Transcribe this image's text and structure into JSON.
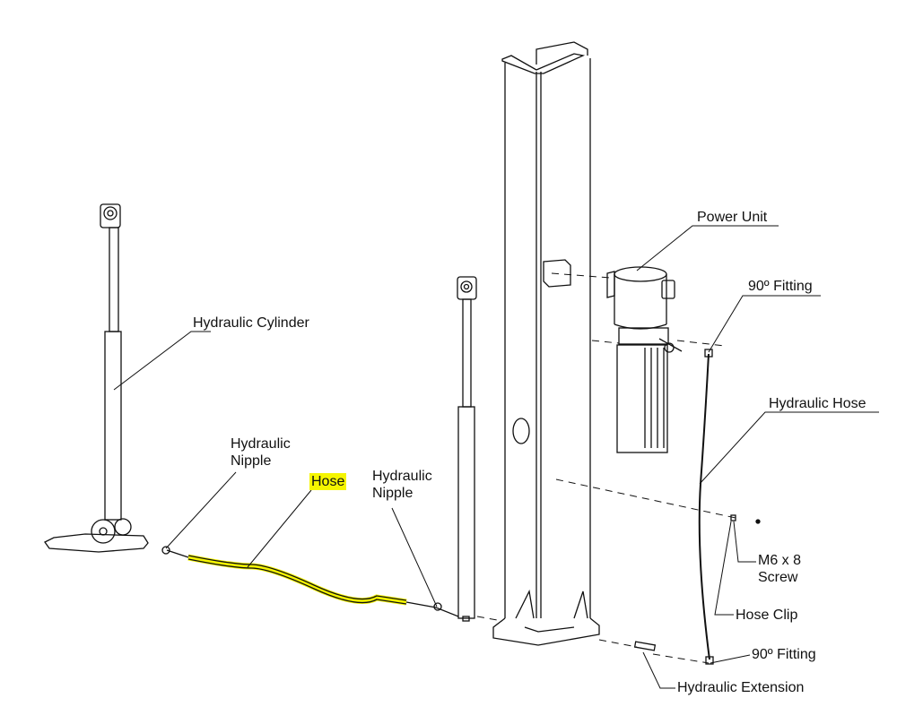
{
  "diagram": {
    "labels": {
      "power_unit": "Power Unit",
      "fitting_top": "90º Fitting",
      "hydraulic_hose": "Hydraulic Hose",
      "hydraulic_cylinder": "Hydraulic Cylinder",
      "nipple_left_line1": "Hydraulic",
      "nipple_left_line2": "Nipple",
      "hose": "Hose",
      "nipple_right_line1": "Hydraulic",
      "nipple_right_line2": "Nipple",
      "screw_line1": "M6 x 8",
      "screw_line2": "Screw",
      "hose_clip": "Hose Clip",
      "fitting_bottom": "90º Fitting",
      "hydraulic_extension": "Hydraulic Extension"
    },
    "highlight_color": "#f5f500",
    "line_color": "#111111"
  }
}
